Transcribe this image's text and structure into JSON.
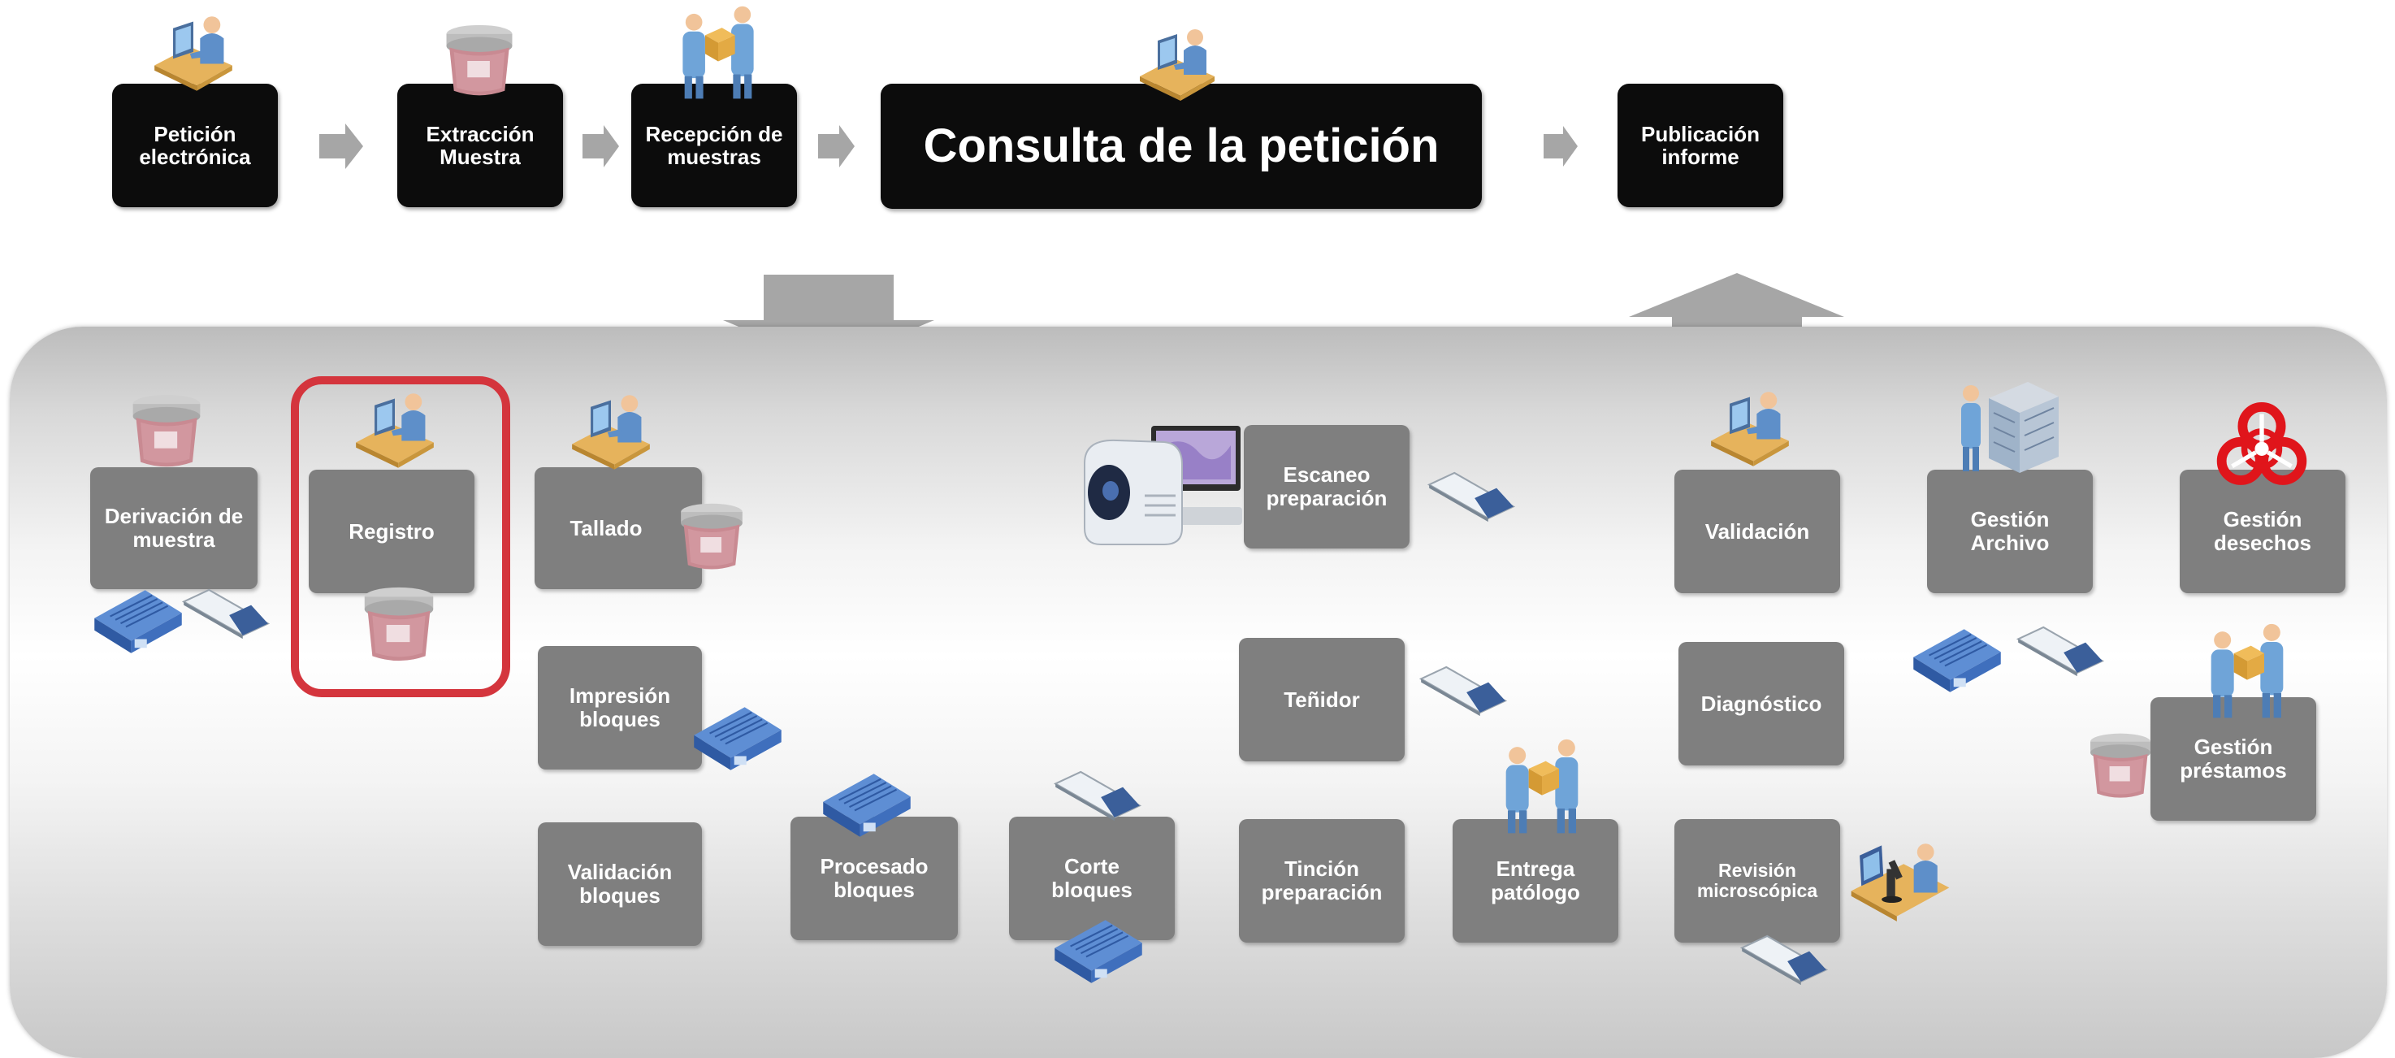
{
  "top_flow": {
    "peticion": "Petición\nelectrónica",
    "extraccion": "Extracción\nMuestra",
    "recepcion": "Recepción de\nmuestras",
    "consulta": "Consulta de la petición",
    "publicacion": "Publicación\ninforme"
  },
  "process": {
    "derivacion": "Derivación de\nmuestra",
    "registro": "Registro",
    "tallado": "Tallado",
    "impresion": "Impresión\nbloques",
    "validacion_bloques": "Validación\nbloques",
    "procesado": "Procesado\nbloques",
    "corte": "Corte\nbloques",
    "tincion": "Tinción\npreparación",
    "tenidor": "Teñidor",
    "escaneo": "Escaneo\npreparación",
    "entrega": "Entrega\npatólogo",
    "revision": "Revisión\nmicroscópica",
    "diagnostico": "Diagnóstico",
    "validacion": "Validación",
    "gestion_archivo": "Gestión\nArchivo",
    "gestion_desechos": "Gestión\ndesechos",
    "gestion_prestamos": "Gestión\npréstamos"
  },
  "colors": {
    "black_box": "#0c0c0c",
    "gray_box": "#7f7f7f",
    "arrow": "#a6a6a6",
    "highlight": "#d4353d",
    "biohazard": "#e0151b"
  },
  "icons": [
    "workstation-user-icon",
    "specimen-container-icon",
    "package-handoff-icon",
    "tissue-cassette-icon",
    "glass-slide-icon",
    "slide-scanner-icon",
    "microscope-workstation-icon",
    "archive-cabinet-icon",
    "biohazard-icon"
  ]
}
